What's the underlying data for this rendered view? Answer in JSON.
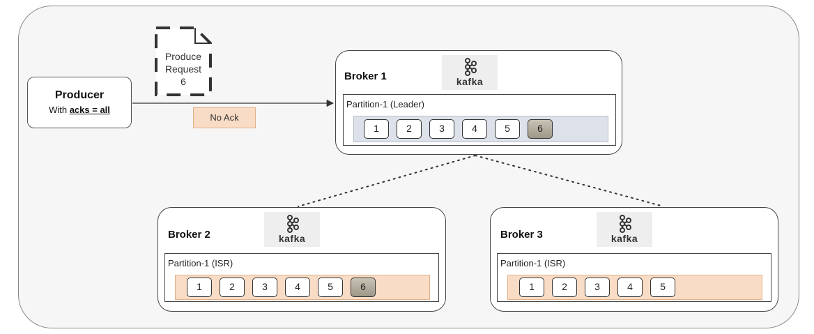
{
  "producer": {
    "title": "Producer",
    "subtitle_prefix": "With",
    "subtitle_setting": "acks = all"
  },
  "request": {
    "line1": "Produce",
    "line2": "Request",
    "line3": "6"
  },
  "response": {
    "label": "No Ack"
  },
  "brokers": [
    {
      "name": "Broker 1",
      "logo": "kafka",
      "partition": "Partition-1 (Leader)",
      "role": "leader",
      "records": [
        "1",
        "2",
        "3",
        "4",
        "5",
        "6"
      ],
      "new_record": "6"
    },
    {
      "name": "Broker 2",
      "logo": "kafka",
      "partition": "Partition-1  (ISR)",
      "role": "isr",
      "records": [
        "1",
        "2",
        "3",
        "4",
        "5",
        "6"
      ],
      "new_record": "6"
    },
    {
      "name": "Broker 3",
      "logo": "kafka",
      "partition": "Partition-1 (ISR)",
      "role": "isr",
      "records": [
        "1",
        "2",
        "3",
        "4",
        "5"
      ],
      "new_record": null
    }
  ],
  "colors": {
    "leader_track": "#dde1ea",
    "isr_track": "#f9dcc5",
    "new_record": "#a9a494"
  }
}
